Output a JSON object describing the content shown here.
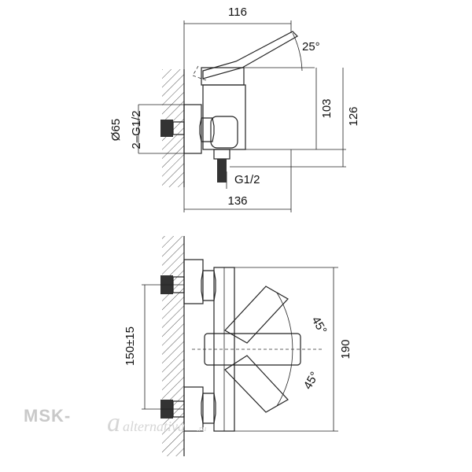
{
  "top_view": {
    "dims": {
      "width_top": "116",
      "angle": "25°",
      "height_inner": "103",
      "height_outer": "126",
      "diameter": "Ø65",
      "inlet": "2–G1/2",
      "outlet": "G1/2",
      "length": "136"
    }
  },
  "bottom_view": {
    "dims": {
      "spacing": "150±15",
      "height": "190",
      "angle_up": "45°",
      "angle_down": "45°"
    }
  },
  "watermark": {
    "brand": "MSK-",
    "script": "alternativa",
    "suffix": ".ru"
  }
}
